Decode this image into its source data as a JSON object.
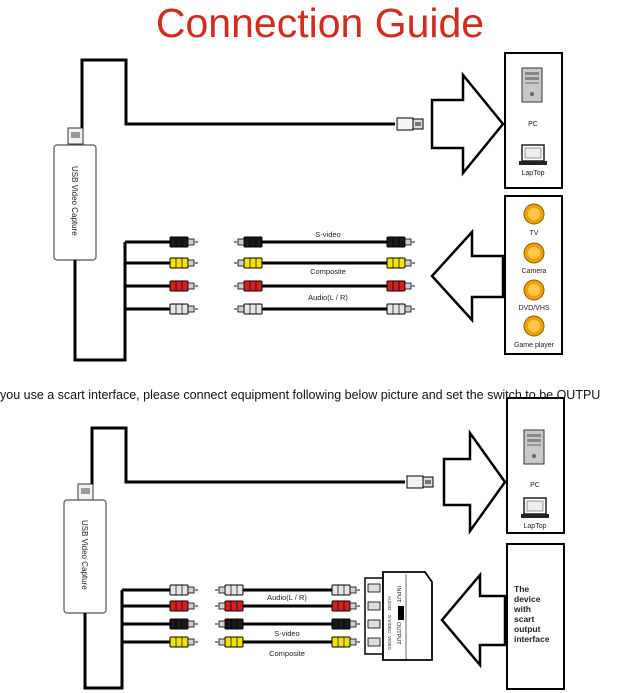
{
  "title": "Connection Guide",
  "note": "you use a scart interface, please connect equipment following below picture and set the switch to be OUTPU",
  "diagram1": {
    "device_label": "USB Video Capture",
    "computers": [
      "PC",
      "LapTop"
    ],
    "sources": [
      "TV",
      "Camera",
      "DVD/VHS",
      "Game player"
    ],
    "cables": [
      "S-video",
      "Composite",
      "Audio(L / R)"
    ]
  },
  "diagram2": {
    "device_label": "USB Video Capture",
    "computers": [
      "PC",
      "LapTop"
    ],
    "cables": [
      "Audio(L / R)",
      "S-video",
      "Composite"
    ],
    "scart_labels": [
      "INPUT",
      "OUTPUT"
    ],
    "scart_ports": [
      "AUDIO",
      "S-VIDEO",
      "VIDEO"
    ],
    "scart_device": [
      "The",
      "device",
      "with",
      "scart",
      "output",
      "interface"
    ]
  },
  "colors": {
    "title": "#d42b1e",
    "black_plug": "#1a1a1a",
    "yellow_plug": "#f2e300",
    "red_plug": "#d81e1e",
    "white_plug": "#e6e6e6",
    "icon_orange": "#f0a000"
  }
}
